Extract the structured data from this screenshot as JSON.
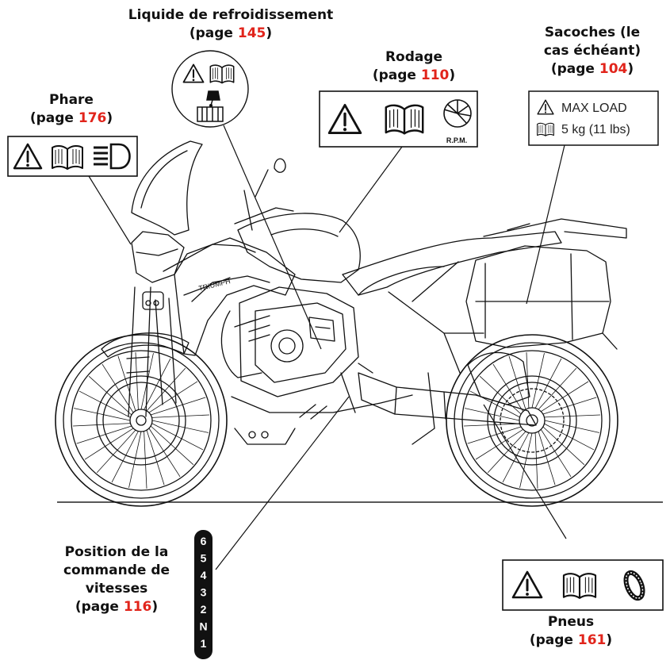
{
  "callouts": {
    "coolant": {
      "line1": "Liquide de refroidissement",
      "prefix": "(page ",
      "page": "145",
      "suffix": ")"
    },
    "headlight": {
      "line1": "Phare",
      "prefix": "(page ",
      "page": "176",
      "suffix": ")"
    },
    "breakin": {
      "line1": "Rodage",
      "prefix": "(page ",
      "page": "110",
      "suffix": ")"
    },
    "panniers": {
      "line1": "Sacoches (le",
      "line2": "cas échéant)",
      "prefix": "(page ",
      "page": "104",
      "suffix": ")"
    },
    "gear": {
      "line1": "Position de la",
      "line2": "commande de",
      "line3": "vitesses",
      "prefix": "(page ",
      "page": "116",
      "suffix": ")"
    },
    "tyres": {
      "line1": "Pneus",
      "prefix": "(page ",
      "page": "161",
      "suffix": ")"
    }
  },
  "pannier_label": {
    "line1": "MAX LOAD",
    "line2": "5 kg (11 lbs)"
  },
  "rpm_label": "R.P.M.",
  "brand_text": "TRIUMPH",
  "gear_positions": [
    "6",
    "5",
    "4",
    "3",
    "2",
    "N",
    "1"
  ],
  "colors": {
    "page_number": "#e1241b",
    "line": "#111111"
  },
  "icons": [
    "warning-icon",
    "manual-book-icon",
    "headlight-icon",
    "coolant-jug-icon",
    "rpm-gauge-icon",
    "tyre-icon"
  ]
}
